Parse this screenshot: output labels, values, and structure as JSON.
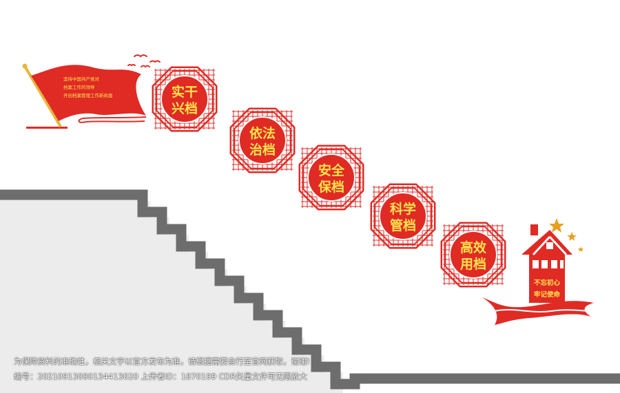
{
  "flag": {
    "lines": [
      "坚持中国共产党对",
      "档案工作的领导",
      "开创档案管理工作新局面"
    ]
  },
  "octagons": [
    {
      "line1": "实干",
      "line2": "兴档"
    },
    {
      "line1": "依法",
      "line2": "治档"
    },
    {
      "line1": "安全",
      "line2": "保档"
    },
    {
      "line1": "科学",
      "line2": "管档"
    },
    {
      "line1": "高效",
      "line2": "用档"
    }
  ],
  "house": {
    "line1": "不忘初心",
    "line2": "牢记使命"
  },
  "footer": {
    "notice": "为保障资料的准确性，相关文字以官方发布为准，请根据需要自行至官网获取，谢谢!",
    "info": "编号：20210913090134413020 上传者ID：1870199 CDR矢量文件可无限放大"
  },
  "colors": {
    "red": "#e02a24",
    "yellow": "#ffe34d",
    "wall": "#ececec",
    "stair": "#6d6d6d"
  }
}
